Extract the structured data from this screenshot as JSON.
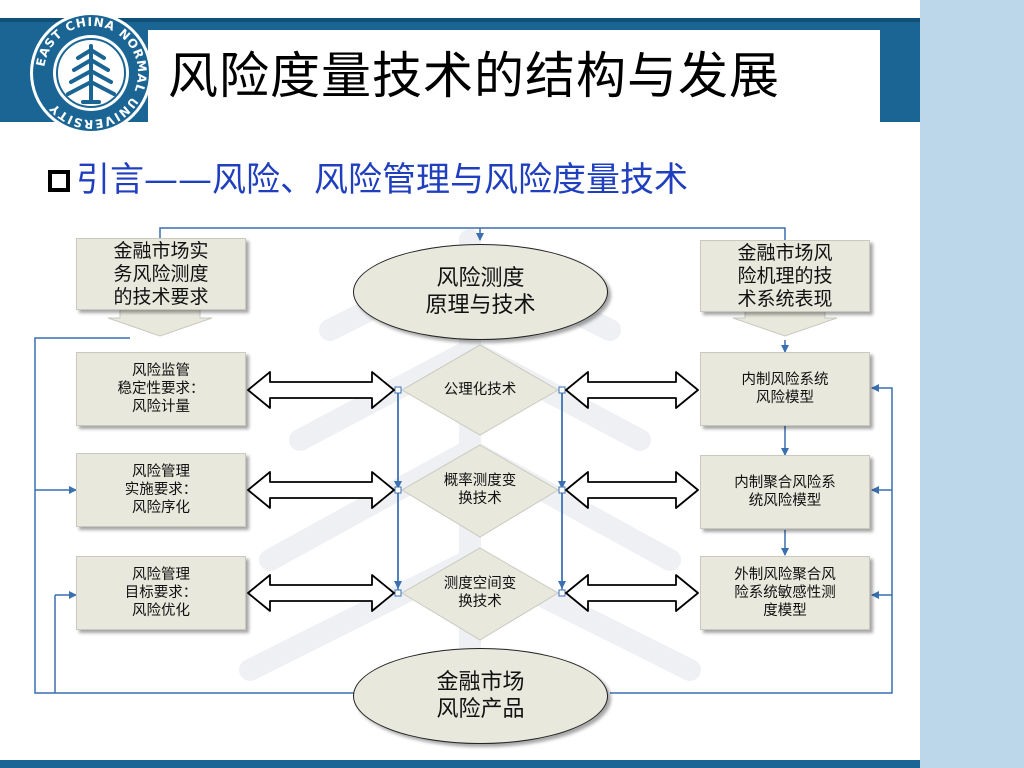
{
  "header": {
    "title": "风险度量技术的结构与发展",
    "logo_text": "EAST CHINA NORMAL UNIVERSITY"
  },
  "subtitle": "引言——风险、风险管理与风险度量技术",
  "colors": {
    "header_band": "#1a6593",
    "right_strip": "#bcd7ea",
    "subtitle": "#1f3fbf",
    "box_fill": "#e8e8dd",
    "connector": "#3a6fb0"
  },
  "diagram": {
    "top_left_box": "金融市场实\n务风险测度\n的技术要求",
    "top_right_box": "金融市场风\n险机理的技\n术系统表现",
    "top_ellipse": "风险测度\n原理与技术",
    "bottom_ellipse": "金融市场\n风险产品",
    "left_boxes": [
      "风险监管\n稳定性要求：\n风险计量",
      "风险管理\n实施要求：\n风险序化",
      "风险管理\n目标要求：\n风险优化"
    ],
    "diamonds": [
      "公理化技术",
      "概率测度变\n换技术",
      "测度空间变\n换技术"
    ],
    "right_boxes": [
      "内制风险系统\n风险模型",
      "内制聚合风险系\n统风险模型",
      "外制风险聚合风\n险系统敏感性测\n度模型"
    ]
  }
}
